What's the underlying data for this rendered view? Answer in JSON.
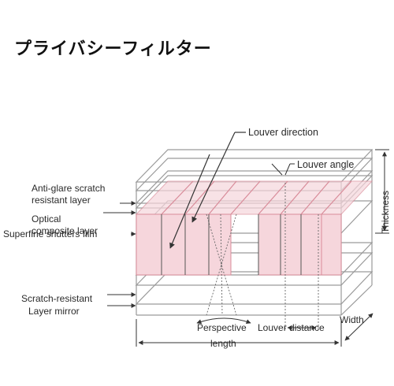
{
  "title": "プライバシーフィルター",
  "labels": {
    "louver_direction": "Louver direction",
    "louver_angle": "Louver angle",
    "anti_glare_1": "Anti-glare scratch",
    "anti_glare_2": "resistant layer",
    "optical_1": "Optical",
    "optical_2": "composite layer",
    "superfine": "Superfine shutters film",
    "scratch_1": "Scratch-resistant",
    "scratch_2": "Layer mirror",
    "perspective": "Perspective",
    "louver_distance": "Louver distance",
    "width": "Width",
    "length": "length",
    "thickness": "Thickness"
  },
  "colors": {
    "shutter_fill": "#f6d6dc",
    "shutter_line": "#d98c9a",
    "frame": "#9a9a9a",
    "text": "#2a2a2a"
  }
}
